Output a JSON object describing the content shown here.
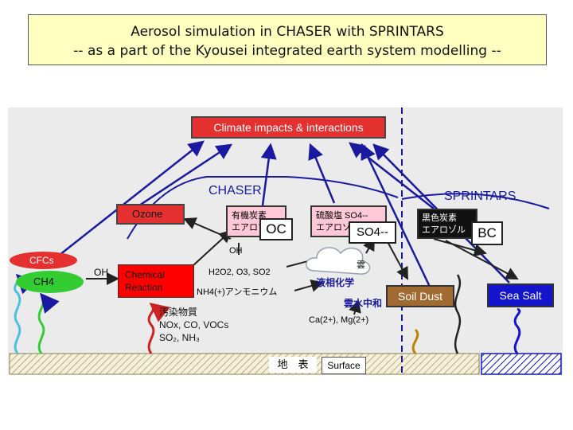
{
  "title": {
    "line1": "Aerosol simulation in CHASER with SPRINTARS",
    "line2": "-- as a part of the Kyousei integrated earth system modelling --"
  },
  "diagram": {
    "climate": "Climate impacts & interactions",
    "chaser": "CHASER",
    "sprintars": "SPRINTARS",
    "ozone": "Ozone",
    "cfcs": "CFCs",
    "ch4": "CH4",
    "oh_left": "OH",
    "oh_mid": "OH",
    "chemical_line1": "Chemical",
    "chemical_line2": "Reaction",
    "pollutants_title": "汚染物質",
    "pollutants_line1": "NOx, CO, VOCs",
    "pollutants_line2": "SO₂, NH₃",
    "oxidants": "H2O2, O3, SO2",
    "ammonium": "NH4(+)アンモニウム",
    "cloud": "雲",
    "liquid_chem": "液相化学",
    "neutralization": "雲水中和",
    "cations": "Ca(2+), Mg(2+)",
    "oc_box_line1": "有機炭素",
    "oc_box_line2": "エアロゾル",
    "oc": "OC",
    "so4_box_line1": "硫酸塩 SO4--",
    "so4_box_line2": "エアロゾル",
    "so4": "SO4--",
    "bc_box_line1": "黒色炭素",
    "bc_box_line2": "エアロゾル",
    "bc": "BC",
    "soil_dust": "Soil Dust",
    "sea_salt": "Sea Salt",
    "ground_jp": "地　表",
    "surface": "Surface"
  },
  "colors": {
    "red": "#e53030",
    "pink": "#ffc8d8",
    "blue": "#1a1aa0",
    "green": "#33cc33",
    "soil": "#a06a30",
    "sea": "#1414cc",
    "title_bg": "#ffffc0"
  }
}
